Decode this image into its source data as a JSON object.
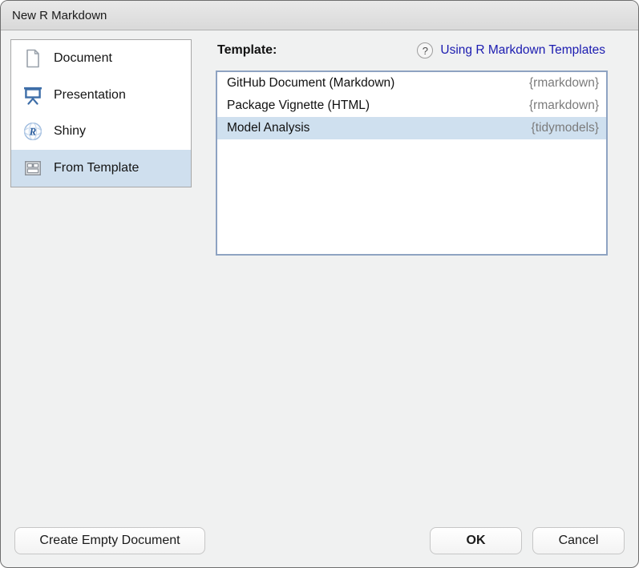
{
  "window": {
    "title": "New R Markdown"
  },
  "sidebar": {
    "items": [
      {
        "label": "Document",
        "icon": "document-icon",
        "selected": false
      },
      {
        "label": "Presentation",
        "icon": "presentation-icon",
        "selected": false
      },
      {
        "label": "Shiny",
        "icon": "shiny-icon",
        "selected": false
      },
      {
        "label": "From Template",
        "icon": "from-template-icon",
        "selected": true
      }
    ]
  },
  "template_panel": {
    "label": "Template:",
    "help_icon": "question-mark-icon",
    "help_link": "Using R Markdown Templates",
    "rows": [
      {
        "name": "GitHub Document (Markdown)",
        "package": "{rmarkdown}",
        "selected": false
      },
      {
        "name": "Package Vignette (HTML)",
        "package": "{rmarkdown}",
        "selected": false
      },
      {
        "name": "Model Analysis",
        "package": "{tidymodels}",
        "selected": true
      }
    ]
  },
  "footer": {
    "create_empty_label": "Create Empty Document",
    "ok_label": "OK",
    "cancel_label": "Cancel"
  },
  "colors": {
    "selection_blue": "#cfe0ef",
    "list_border_blue": "#8ea3c2",
    "link_blue": "#1b1bb0",
    "icon_blue": "#3e6ea8",
    "icon_gray": "#8d939b",
    "body_gray": "#f0f1f1"
  }
}
